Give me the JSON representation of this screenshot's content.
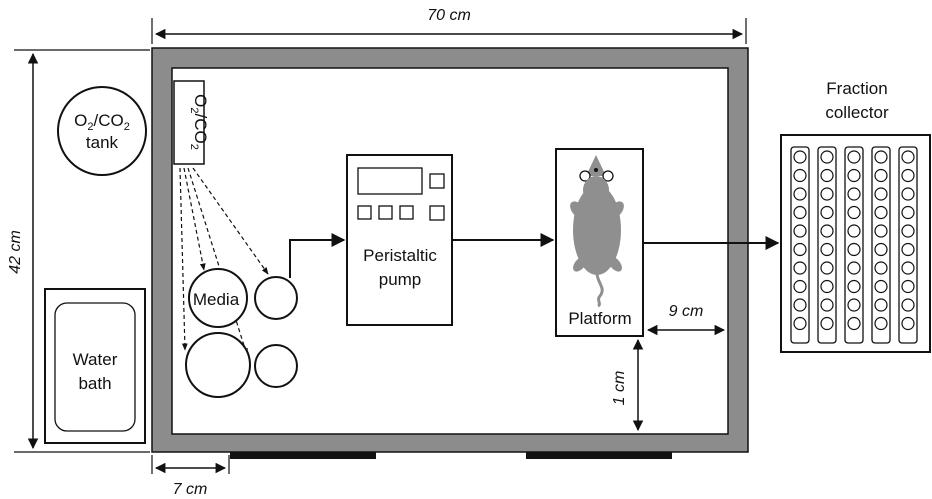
{
  "dimensions": {
    "width": "70 cm",
    "height": "42 cm",
    "left_gap": "7 cm",
    "platform_gap": "9 cm",
    "bottom_gap": "1 cm"
  },
  "tank": {
    "line1": "O",
    "sub1": "2",
    "mid": "/CO",
    "sub2": "2",
    "line2": "tank"
  },
  "gas_label": {
    "prefix": "O",
    "sub1": "2",
    "mid": "/CO",
    "sub2": "2"
  },
  "water_bath": {
    "line1": "Water",
    "line2": "bath"
  },
  "media_label": "Media",
  "pump": {
    "line1": "Peristaltic",
    "line2": "pump"
  },
  "platform_label": "Platform",
  "fraction_collector": {
    "line1": "Fraction",
    "line2": "collector"
  },
  "colors": {
    "outline": "#111111",
    "enclosure_fill": "#8c8c8c",
    "animal": "#8f8f8f"
  }
}
